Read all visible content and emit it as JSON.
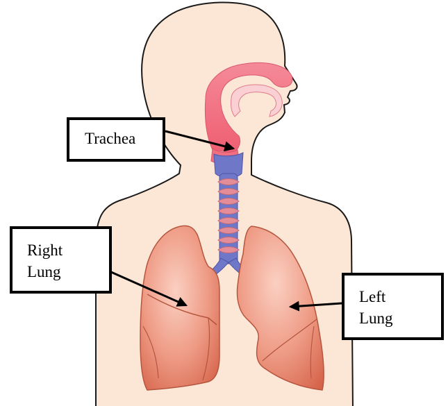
{
  "diagram": {
    "labels": {
      "trachea": "Trachea",
      "right_lung_line1": "Right",
      "right_lung_line2": "Lung",
      "left_lung_line1": "Left",
      "left_lung_line2": "Lung"
    },
    "colors": {
      "skin": "#fce6d5",
      "outline": "#1a1a1a",
      "airway_pink": "#f06f80",
      "airway_inner": "#fbd0d5",
      "trachea_blue": "#6f78c8",
      "trachea_ring": "#e48d98",
      "lung_red": "#e0735c",
      "lung_light": "#f6b5a2",
      "lung_edge": "#b5553e",
      "label_border": "#000000"
    },
    "icons": [
      "arrow-icon"
    ]
  }
}
